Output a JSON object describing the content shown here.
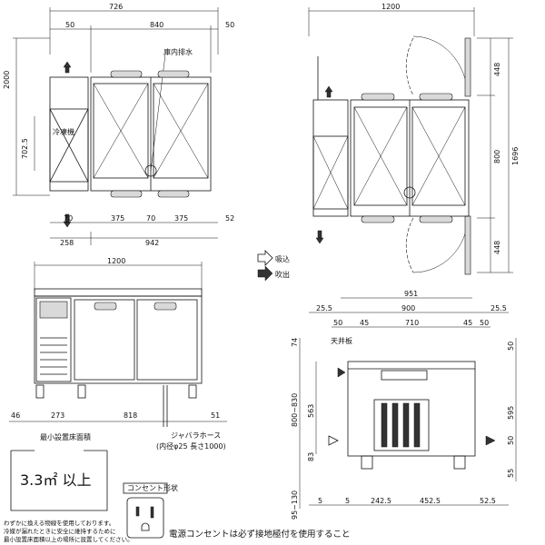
{
  "plan_top_left": {
    "dims": {
      "overall_w": "726",
      "left_50": "50",
      "mid_840": "840",
      "right_50": "50",
      "height_2000": "2000",
      "depth_702": "702.5",
      "b70": "70",
      "b375a": "375",
      "b70b": "70",
      "b375b": "375",
      "b52": "52",
      "b258": "258",
      "b942": "942"
    },
    "labels": {
      "drain": "庫内排水",
      "evaporator": "冷凍機"
    }
  },
  "plan_top_right": {
    "dims": {
      "overall_w": "1200",
      "d448a": "448",
      "d800": "800",
      "d1696": "1696",
      "d448b": "448"
    }
  },
  "legend": {
    "intake": "吸込",
    "exhaust": "吹出"
  },
  "front": {
    "dims": {
      "width_1200": "1200",
      "w46": "46",
      "w273": "273",
      "w818": "818",
      "w51": "51"
    },
    "hose_label": "ジャバラホース",
    "hose_spec": "(内径φ25  長さ1000)"
  },
  "side": {
    "dims": {
      "d951": "951",
      "d255a": "25.5",
      "d900": "900",
      "d255b": "25.5",
      "d50a": "50",
      "d45a": "45",
      "d710": "710",
      "d45b": "45",
      "d50b": "50",
      "h74": "74",
      "h800_830": "800~830",
      "h563": "563",
      "h83": "83",
      "h95_130": "95~130",
      "r50a": "50",
      "r595": "595",
      "r50b": "50",
      "r55": "55",
      "b5a": "5",
      "b5b": "5",
      "b2425": "242.5",
      "b4525": "452.5",
      "b525": "52.5"
    },
    "shelf_label": "天井板"
  },
  "min_area": {
    "title": "最小設置床面積",
    "value": "3.3㎡  以上"
  },
  "outlet": {
    "title": "コンセント形状"
  },
  "notes": {
    "left_line1": "わずかに換える物線を使用しております。",
    "left_line2": "冷媒が漏れたときに安全に維持するために",
    "left_line3": "最小設置床面積以上の場所に設置してください。",
    "power_notice": "電源コンセントは必ず接地極付を使用すること"
  }
}
